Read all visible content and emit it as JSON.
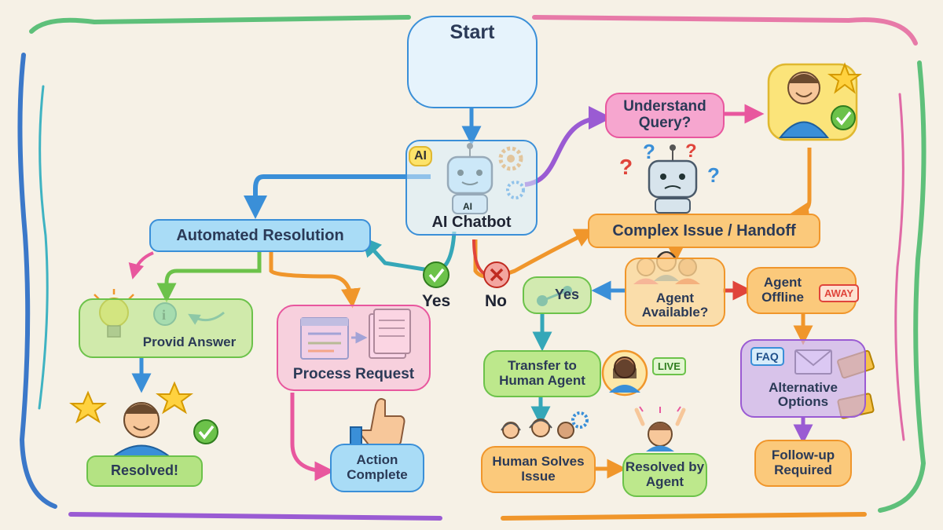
{
  "nodes": {
    "start": "Start",
    "ai_chatbot": "AI Chatbot",
    "ai_badge": "AI",
    "robot_chest": "AI",
    "understand_query": "Understand Query?",
    "complex_issue": "Complex Issue / Handoff",
    "automated_resolution": "Automated Resolution",
    "provide_answer": "Provid Answer",
    "resolved": "Resolved!",
    "process_request": "Process Request",
    "action_complete": "Action Complete",
    "agent_available": "Agent Available?",
    "agent_offline": "Agent Offline",
    "away_badge": "AWAY",
    "transfer_human": "Transfer to Human Agent",
    "live_badge": "LIVE",
    "human_solves": "Human Solves Issue",
    "resolved_by_agent": "Resolved by Agent",
    "alternative_options": "Alternative Options",
    "faq_label": "FAQ",
    "follow_up": "Follow-up Required"
  },
  "branch_labels": {
    "yes_main": "Yes",
    "no_main": "No",
    "yes_agent": "Yes"
  },
  "colors": {
    "background": "#f6f1e6",
    "blue": "#3a8fd8",
    "orange": "#f0962b",
    "green": "#6cc24a",
    "pink": "#e8579e",
    "purple": "#9a5bd3",
    "red": "#e0443b"
  },
  "icons": [
    "speech-bubble-icon",
    "smiley-icon",
    "robot-icon",
    "gear-icon",
    "question-mark-icon",
    "star-icon",
    "checkmark-icon",
    "x-mark-icon",
    "lightbulb-icon",
    "info-icon",
    "document-icon",
    "thumbs-up-icon",
    "headset-icon",
    "envelope-icon",
    "ticket-icon",
    "person-icon"
  ]
}
